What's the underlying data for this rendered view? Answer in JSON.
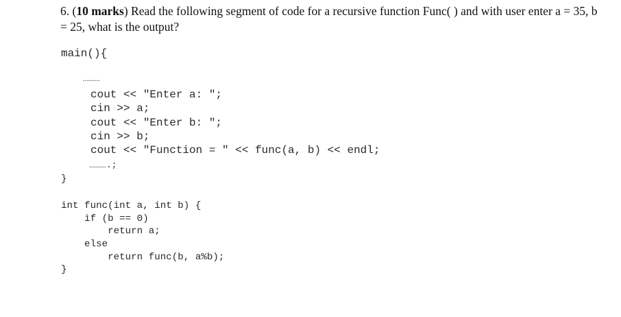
{
  "question": {
    "number": "6.",
    "marks_open": "(",
    "marks": "10 marks",
    "marks_close": ")",
    "text": " Read the following segment of code for a recursive function Func( ) and with user enter a = 35, b = 25, what is the output?"
  },
  "code": {
    "main_signature": "main(){",
    "ellipsis_top": "..........",
    "main_lines": [
      "cout << \"Enter a: \";",
      "cin >> a;",
      "cout << \"Enter b: \";",
      "cin >> b;",
      "cout << \"Function = \" << func(a, b) << endl;"
    ],
    "ellipsis_bottom_dots": "..........",
    "ellipsis_bottom_suffix": ".;",
    "main_close": "}",
    "func_lines": [
      "int func(int a, int b) {",
      "    if (b == 0)",
      "        return a;",
      "    else",
      "        return func(b, a%b);",
      "}"
    ]
  }
}
